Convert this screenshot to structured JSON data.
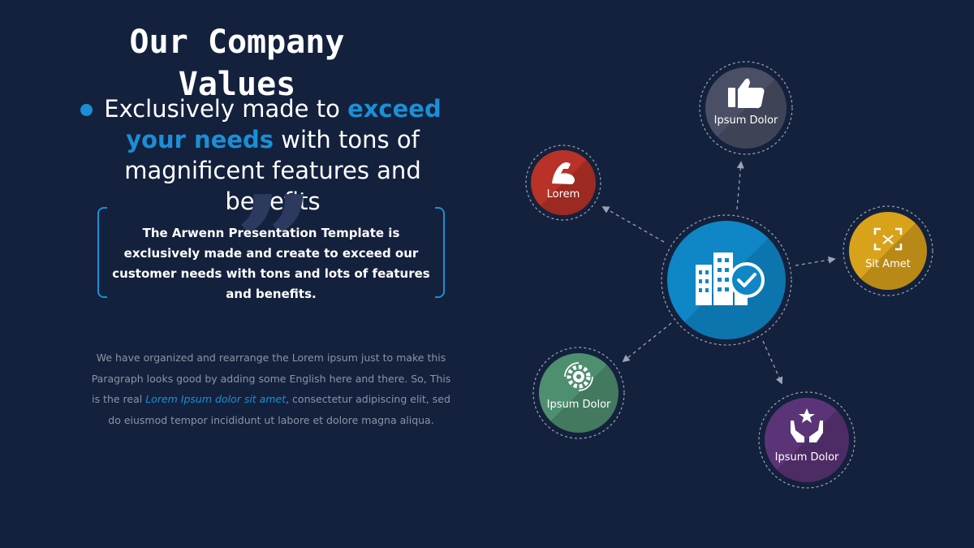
{
  "slide": {
    "title": "Our Company Values",
    "headline": {
      "before": "Exclusively made to ",
      "highlight": "exceed your needs",
      "after": " with tons of magnificent features and benefits"
    },
    "quote": {
      "glyph": "”",
      "text": "The Arwenn Presentation Template is exclusively made and create to exceed our customer needs with tons and lots of features and benefits."
    },
    "paragraph": {
      "before": "We have organized and rearrange the Lorem ipsum just to make this Paragraph looks good by adding some English here and there. So, This is the real ",
      "link": "Lorem Ipsum dolor sit amet",
      "after": ", consectetur adipiscing elit, sed do eiusmod tempor incididunt ut labore et dolore magna aliqua."
    }
  },
  "diagram": {
    "center": {
      "icon": "building-check-icon",
      "color": "#0f86c5"
    },
    "nodes": [
      {
        "label": "Ipsum Dolor",
        "icon": "thumbs-up-icon",
        "color": "#4a4f66"
      },
      {
        "label": "Lorem",
        "icon": "flexed-arm-icon",
        "color": "#b83227"
      },
      {
        "label": "Sit Amet",
        "icon": "focus-frame-icon",
        "color": "#d9a21b"
      },
      {
        "label": "Ipsum Dolor",
        "icon": "gear-cycle-icon",
        "color": "#4e8f70"
      },
      {
        "label": "Ipsum Dolor",
        "icon": "hands-star-icon",
        "color": "#5b3477"
      }
    ]
  }
}
